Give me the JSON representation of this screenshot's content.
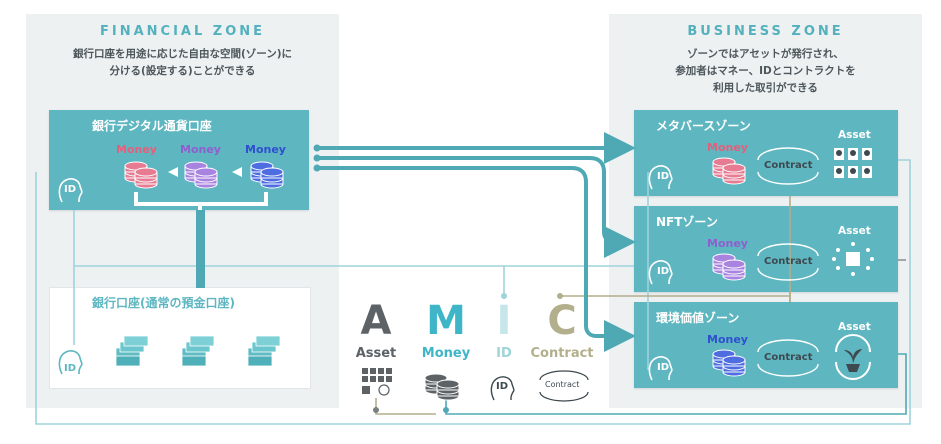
{
  "financial_zone": {
    "title": "FINANCIAL ZONE",
    "desc_line1": "銀行口座を用途に応じた自由な空間(ゾーン)に",
    "desc_line2": "分ける(設定する)ことができる",
    "digital_account": {
      "title": "銀行デジタル通貨口座",
      "money_labels": [
        "Money",
        "Money",
        "Money"
      ],
      "id_label": "ID"
    },
    "normal_account": {
      "title": "銀行口座(通常の預金口座)",
      "id_label": "ID"
    }
  },
  "business_zone": {
    "title": "BUSINESS ZONE",
    "desc_line1": "ゾーンではアセットが発行され、",
    "desc_line2": "参加者はマネー、IDとコントラクトを",
    "desc_line3": "利用した取引ができる",
    "zones": [
      {
        "title": "メタバースゾーン",
        "money": "Money",
        "contract": "Contract",
        "asset": "Asset",
        "id": "ID"
      },
      {
        "title": "NFTゾーン",
        "money": "Money",
        "contract": "Contract",
        "asset": "Asset",
        "id": "ID"
      },
      {
        "title": "環境価値ゾーン",
        "money": "Money",
        "contract": "Contract",
        "asset": "Asset",
        "id": "ID"
      }
    ]
  },
  "legend": {
    "letters": [
      "A",
      "M",
      "I",
      "C"
    ],
    "words": [
      "Asset",
      "Money",
      "ID",
      "Contract"
    ],
    "id_label": "ID",
    "contract_label": "Contract"
  },
  "colors": {
    "teal": "#5eb6c1",
    "money_red": "#e4607a",
    "money_purple": "#9b6fd6",
    "money_blue": "#3e5fd8",
    "asset_gray": "#5c6266",
    "contract_khaki": "#b3ae8c",
    "id_light": "#a8d6dd"
  }
}
